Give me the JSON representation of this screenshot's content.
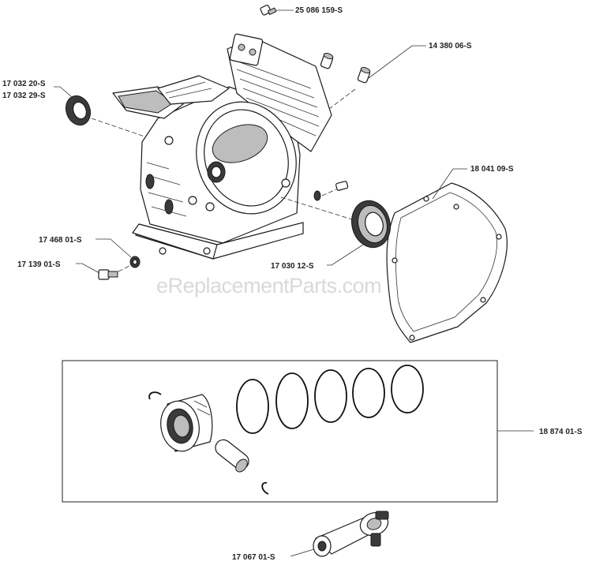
{
  "watermark": "eReplacementParts.com",
  "labels": {
    "screw_top": "25 086 159-S",
    "pin": "14 380 06-S",
    "seal_a": "17 032 20-S",
    "seal_b": "17 032 29-S",
    "gasket": "18 041 09-S",
    "washer": "17 468 01-S",
    "bolt": "17 139 01-S",
    "bearing": "17 030 12-S",
    "piston_kit": "18 874 01-S",
    "conrod": "17 067 01-S"
  }
}
